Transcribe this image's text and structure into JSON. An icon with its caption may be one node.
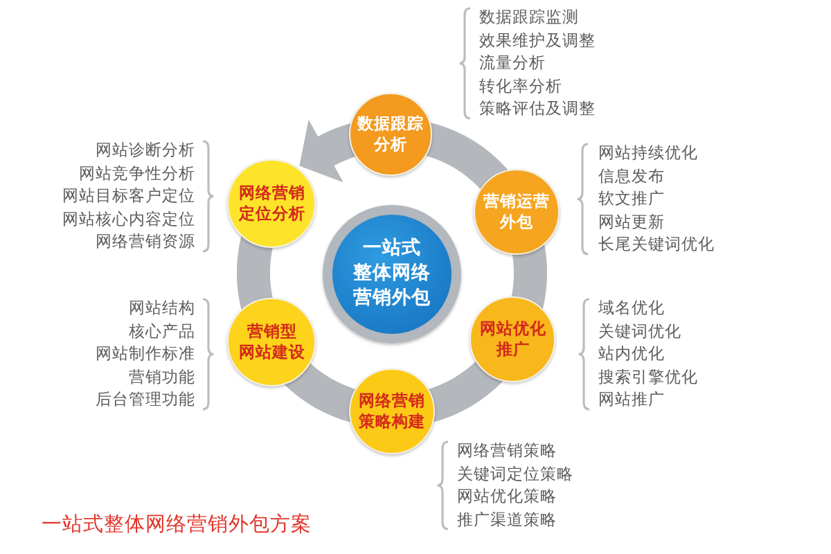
{
  "diagram": {
    "caption": "一站式整体网络营销外包方案",
    "nodes": [
      {
        "text": [
          "数据跟踪分析"
        ],
        "beside": [
          "数据跟踪监测",
          "效果维护及调整",
          "流量分析",
          "转化率分析",
          "策略评估及调整"
        ]
      },
      {
        "text": [
          "网络营销定位分析"
        ],
        "beside": [
          "网站诊断分析",
          "网站竞争性分析",
          "网站目标客户定位",
          "网站核心内容定位",
          "网络营销资源"
        ]
      },
      {
        "text": [
          "营销运营外包"
        ],
        "beside": [
          "网站持续优化",
          "信息发布",
          "软文推广",
          "网站更新",
          "长尾关键词优化"
        ]
      },
      {
        "text": [
          "一站式整体网络营销外包"
        ]
      },
      {
        "text": [
          "营销型网站建设"
        ],
        "beside": [
          "网站结构",
          "核心产品",
          "网站制作标准",
          "营销功能",
          "后台管理功能"
        ]
      },
      {
        "text": [
          "网站优化推广"
        ],
        "beside": [
          "域名优化",
          "关键词优化",
          "站内优化",
          "搜索引擎优化",
          "网站推广"
        ]
      },
      {
        "text": [
          "网络营销策略构建"
        ],
        "beside": [
          "网络营销策略",
          "关键词定位策略",
          "网站优化策略",
          "推广渠道策略"
        ]
      }
    ],
    "edges": [
      {
        "from": 1,
        "to": 4,
        "arrow": "none"
      },
      {
        "from": 4,
        "to": 6,
        "arrow": "none"
      },
      {
        "from": 6,
        "to": 5,
        "arrow": "none"
      },
      {
        "from": 5,
        "to": 2,
        "arrow": "none"
      },
      {
        "from": 2,
        "to": 0,
        "arrow": "none"
      },
      {
        "from": 0,
        "to": 1,
        "arrow": "to"
      }
    ]
  }
}
